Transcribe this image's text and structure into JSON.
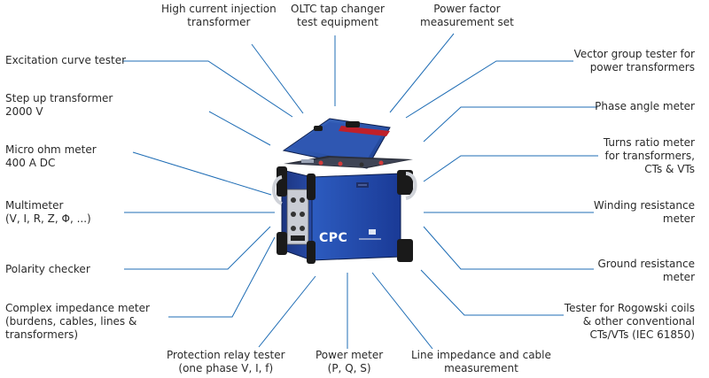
{
  "device": {
    "brand": "CPC"
  },
  "colors": {
    "connector_line": "#1f6db5",
    "device_blue": "#2d5cc0",
    "seal_red": "#c0202a",
    "text": "#2a2a2a"
  },
  "labels": {
    "high_current": [
      "High current injection",
      "transformer"
    ],
    "oltc": [
      "OLTC tap changer",
      "test equipment"
    ],
    "power_factor": [
      "Power factor",
      "measurement set"
    ],
    "excitation": [
      "Excitation curve tester"
    ],
    "step_up": [
      "Step up transformer",
      "2000 V"
    ],
    "micro_ohm": [
      "Micro ohm meter",
      "400 A DC"
    ],
    "multimeter": [
      "Multimeter",
      "(V, I, R, Z, Φ, ...)"
    ],
    "polarity": [
      "Polarity checker"
    ],
    "impedance": [
      "Complex impedance meter",
      "(burdens, cables, lines &",
      "transformers)"
    ],
    "protection": [
      "Protection relay tester",
      "(one phase V, I, f)"
    ],
    "power_meter": [
      "Power meter",
      "(P, Q, S)"
    ],
    "line_impedance": [
      "Line impedance and cable",
      "measurement"
    ],
    "vector_group": [
      "Vector group tester for",
      "power transformers"
    ],
    "phase_angle": [
      "Phase angle meter"
    ],
    "turns_ratio": [
      "Turns ratio meter",
      "for transformers,",
      "CTs & VTs"
    ],
    "winding": [
      "Winding resistance",
      "meter"
    ],
    "ground": [
      "Ground resistance",
      "meter"
    ],
    "rogowski": [
      "Tester for Rogowski coils",
      "& other conventional",
      "CTs/VTs (IEC 61850)"
    ]
  }
}
